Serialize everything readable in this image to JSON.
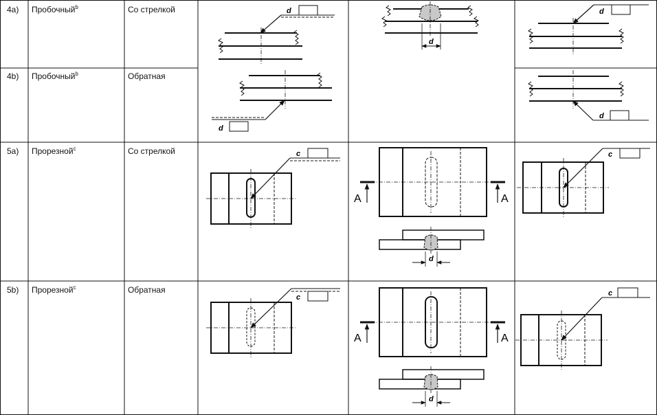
{
  "rows": [
    {
      "num": "4a)",
      "name": "Пробочный",
      "note": "b",
      "side": "Со стрелкой"
    },
    {
      "num": "4b)",
      "name": "Пробочный",
      "note": "b",
      "side": "Обратная"
    },
    {
      "num": "5a)",
      "name": "Прорезной",
      "note": "c",
      "side": "Со стрелкой"
    },
    {
      "num": "5b)",
      "name": "Прорезной",
      "note": "c",
      "side": "Обратная"
    }
  ],
  "labels": {
    "d": "d",
    "c": "c",
    "section": "A"
  }
}
